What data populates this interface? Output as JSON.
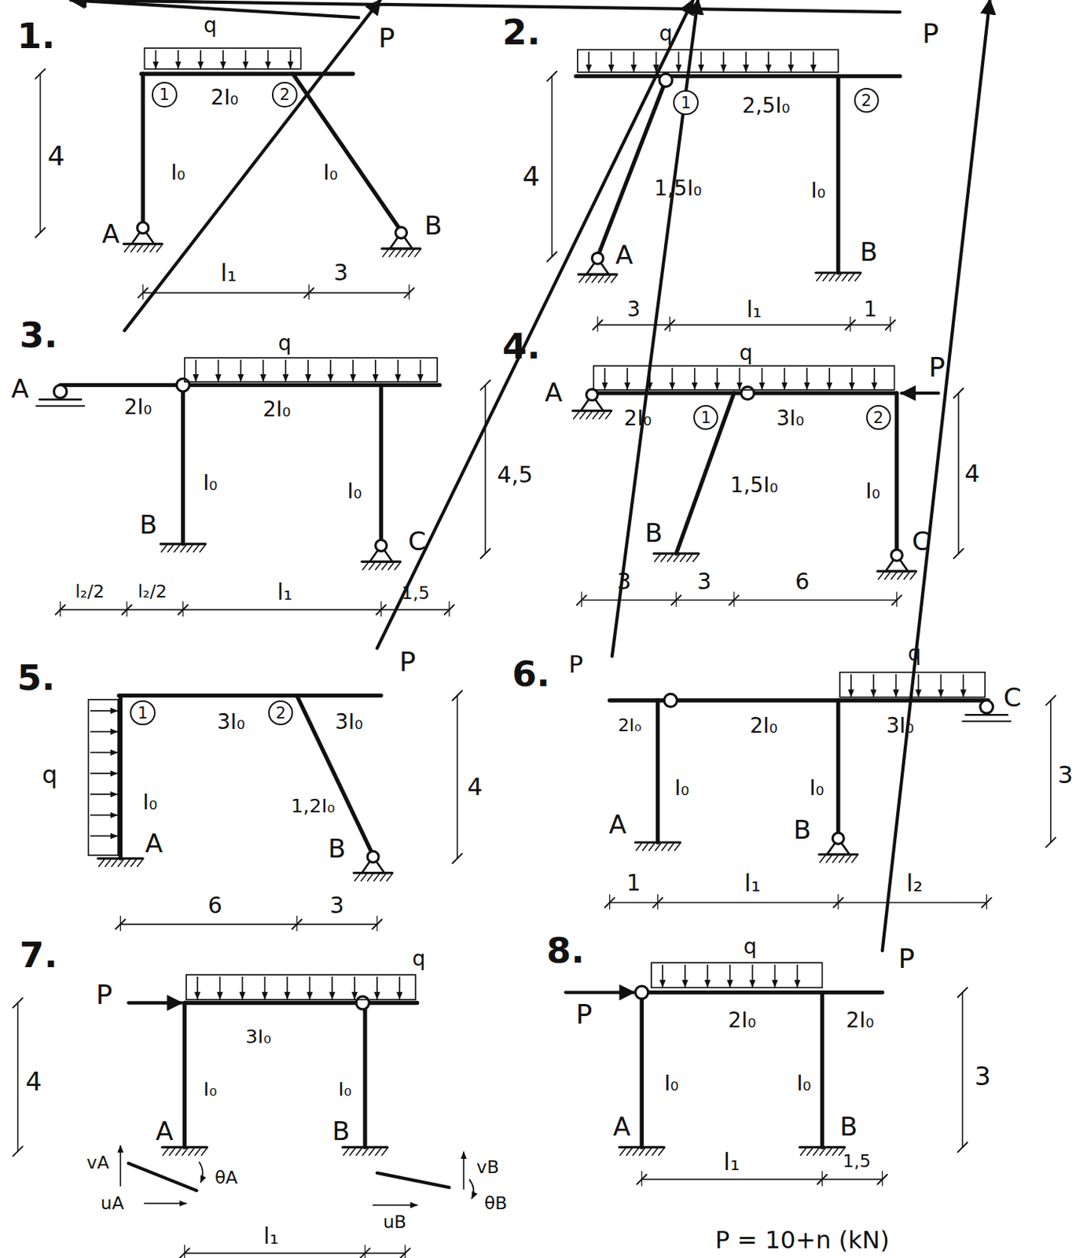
{
  "diagram": {
    "nodes": [
      {
        "text": [
          "1"
        ]
      },
      {
        "text": [
          "2"
        ]
      },
      {
        "text": [
          "1"
        ]
      },
      {
        "text": [
          "2"
        ]
      },
      {
        "text": [
          "1"
        ]
      },
      {
        "text": [
          "2"
        ]
      },
      {
        "text": [
          "1"
        ]
      },
      {
        "text": [
          "2"
        ]
      }
    ],
    "labels": [
      "1.",
      "q",
      "P",
      "4",
      "2I₀",
      "I₀",
      "I₀",
      "A",
      "B",
      "l₁",
      "3",
      "2.",
      "q",
      "P",
      "4",
      "2,5I₀",
      "1,5I₀",
      "I₀",
      "A",
      "B",
      "3",
      "l₁",
      "1",
      "3.",
      "A",
      "2I₀",
      "2I₀",
      "q",
      "I₀",
      "I₀",
      "4,5",
      "B",
      "C",
      "l₂/2",
      "l₂/2",
      "l₁",
      "1,5",
      "4.",
      "q",
      "P",
      "A",
      "2I₀",
      "3I₀",
      "1,5I₀",
      "I₀",
      "4",
      "B",
      "C",
      "3",
      "3",
      "6",
      "5.",
      "P",
      "3I₀",
      "3I₀",
      "q",
      "I₀",
      "1,2I₀",
      "4",
      "A",
      "B",
      "6",
      "3",
      "6.",
      "P",
      "2I₀",
      "2I₀",
      "3I₀",
      "q",
      "I₀",
      "I₀",
      "3",
      "A",
      "B",
      "C",
      "1",
      "l₁",
      "l₂",
      "7.",
      "P",
      "q",
      "3I₀",
      "4",
      "I₀",
      "I₀",
      "A",
      "B",
      "vA",
      "θA",
      "uA",
      "vB",
      "uB",
      "θB",
      "l₁",
      "8.",
      "P",
      "P",
      "q",
      "2I₀",
      "2I₀",
      "3",
      "I₀",
      "I₀",
      "A",
      "B",
      "l₁",
      "1,5",
      "P = 10+n (kN)"
    ]
  }
}
